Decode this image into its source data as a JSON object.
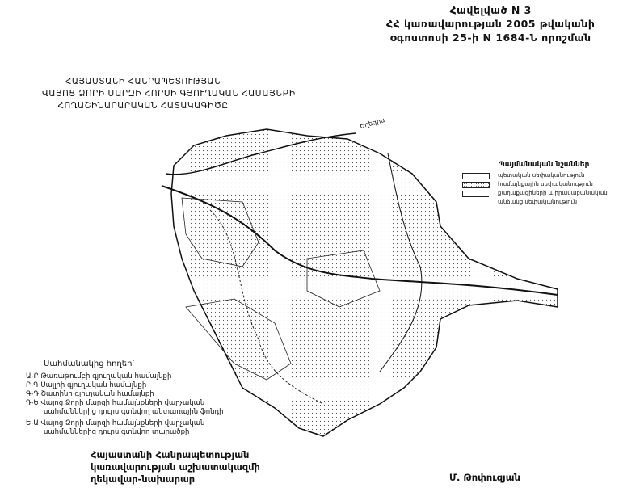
{
  "header": {
    "line1": "Հավելված N 3",
    "line2": "ՀՀ կառավարության 2005 թվականի",
    "line3": "օգոստոսի 25-ի N 1684-Ն որոշման"
  },
  "map_title": {
    "line1": "ՀԱՅԱՍՏԱՆԻ ՀԱՆՐԱՊԵՏՈՒԹՅԱՆ",
    "line2": "ՎԱՅՈՑ ՁՈՐԻ ՄԱՐԶԻ ՀՈՐՍԻ ԳՅՈՒՂԱԿԱՆ ՀԱՄԱՅՆՔԻ",
    "line3": "ՀՈՂԱՇԻՆԱՐԱՐԱԿԱՆ ՀԱՏԱԿԱԳԻԾԸ"
  },
  "map": {
    "place_label": "Եղեգիս"
  },
  "legend": {
    "title": "Պայմանական նշաններ",
    "items": [
      {
        "label": "պետական սեփականություն",
        "fill": "none"
      },
      {
        "label": "համայնքային սեփականություն",
        "fill": "dotted"
      },
      {
        "label": "քաղաքացիների և իրավաբանական",
        "fill": "none"
      },
      {
        "label": "անձանց սեփականություն",
        "fill": ""
      }
    ]
  },
  "adjacent": {
    "title": "Սահմանակից հողեր՝",
    "items": [
      "Ա-Բ Թառաթումբի գյուղական համայնքի",
      "Բ-Գ Սալլիի գյուղական համայնքի",
      "Գ-Դ Շատինի գյուղական համայնքի",
      "Դ-Ե Վայոց Ձորի մարզի համայնքների վարչական",
      "սահմաններից դուրս գտնվող անտառային ֆոնդի",
      "Ե-Ա Վայոց Ձորի մարզի համայնքների վարչական",
      "սահմաններից դուրս գտնվող տարածքի"
    ]
  },
  "footer": {
    "line1": "Հայաստանի Հանրապետության",
    "line2": "կառավարության աշխատակազմի",
    "line3": "ղեկավար-նախարար",
    "signature_name": "Մ. Թոփուզյան"
  }
}
